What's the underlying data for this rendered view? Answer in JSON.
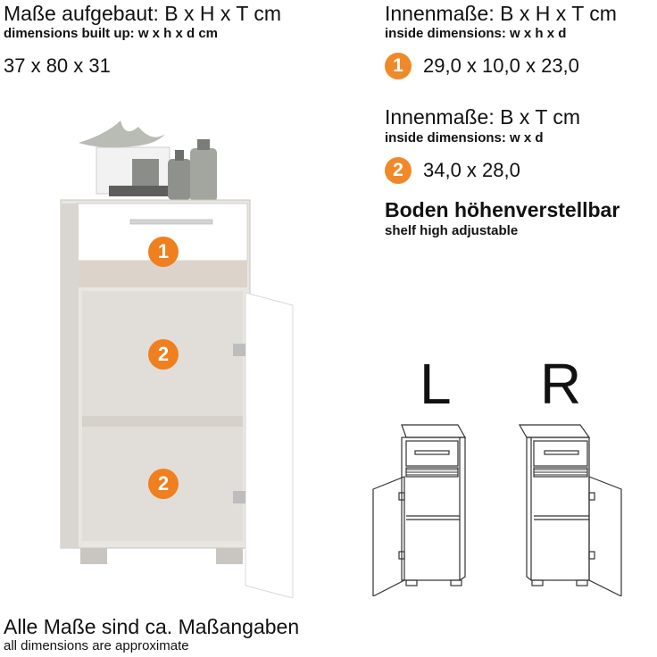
{
  "left": {
    "title": "Maße aufgebaut: B x H x T cm",
    "subtitle": "dimensions built up: w x h x d cm",
    "value": "37 x 80 x 31"
  },
  "inner1": {
    "title": "Innenmaße: B x H x T cm",
    "subtitle": "inside dimensions: w x h x d",
    "badge": "1",
    "value": "29,0 x 10,0 x 23,0"
  },
  "inner2": {
    "title": "Innenmaße: B x T cm",
    "subtitle": "inside dimensions: w x d",
    "badge": "2",
    "value": "34,0 x 28,0"
  },
  "shelf": {
    "title": "Boden höhenverstellbar",
    "subtitle": "shelf high adjustable"
  },
  "variants": {
    "left": "L",
    "right": "R"
  },
  "cabinet_badges": {
    "drawer": "1",
    "upper": "2",
    "lower": "2"
  },
  "footer": {
    "title": "Alle Maße sind ca. Maßangaben",
    "subtitle": "all dimensions are approximate"
  },
  "colors": {
    "badge": "#f0892a",
    "text": "#111111"
  }
}
